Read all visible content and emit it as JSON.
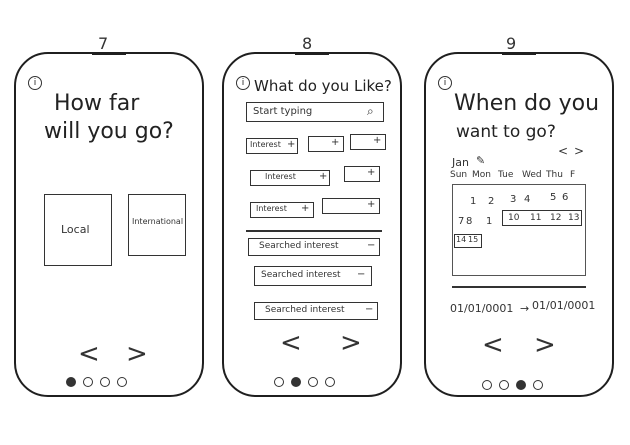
{
  "screens": [
    {
      "number": "7",
      "title_line1": "How far",
      "title_line2": "will you go?",
      "option_local": "Local",
      "option_international": "International",
      "prev": "<",
      "next": ">"
    },
    {
      "number": "8",
      "title": "What do you Like?",
      "search_placeholder": "Start typing",
      "interests": [
        "Interest",
        "Interest",
        "Interest"
      ],
      "plus": "+",
      "minus": "−",
      "searched": [
        "Searched interest",
        "Searched interest",
        "Searched interest"
      ],
      "prev": "<",
      "next": ">"
    },
    {
      "number": "9",
      "title_line1": "When do you",
      "title_line2": "want to go?",
      "month": "Jan",
      "weekdays": [
        "Sun",
        "Mon",
        "Tue",
        "Wed",
        "Thu",
        "F"
      ],
      "row1": [
        "1",
        "2",
        "3",
        "4",
        "5",
        "6"
      ],
      "row2": [
        "7",
        "8",
        "1",
        "10",
        "11",
        "12",
        "13"
      ],
      "row3": [
        "14",
        "15"
      ],
      "date_from": "01/01/0001",
      "date_to": "01/01/0001",
      "arrow": "→",
      "prev": "<",
      "next": ">"
    }
  ]
}
